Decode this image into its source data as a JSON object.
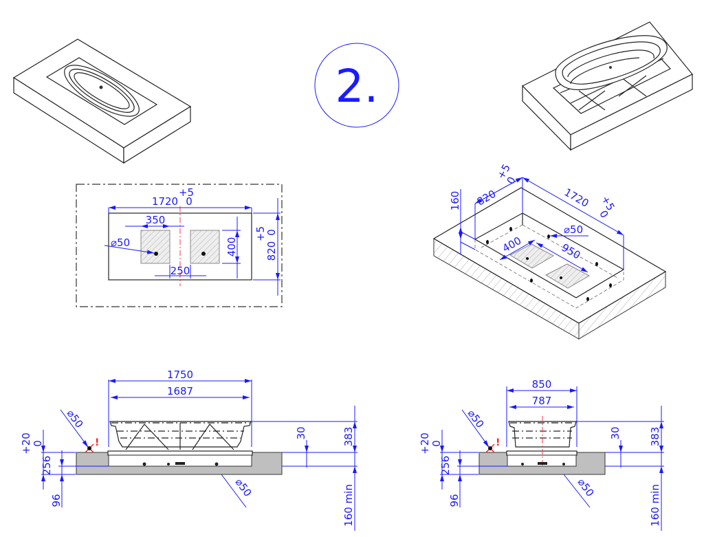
{
  "step_number": "2.",
  "plan_view": {
    "length": "1720",
    "length_tol_upper": "+5",
    "length_tol_lower": "0",
    "width": "820",
    "width_tol_upper": "+5",
    "width_tol_lower": "0",
    "pad_width": "350",
    "pad_height": "400",
    "pad_gap": "250",
    "drain_diameter": "⌀50"
  },
  "iso_view": {
    "width": "820",
    "width_tol_upper": "+5",
    "width_tol_lower": "0",
    "length": "1720",
    "length_tol_upper": "+5",
    "length_tol_lower": "0",
    "depth": "160",
    "pad_width": "400",
    "pad_span": "950",
    "drain_diameter": "⌀50"
  },
  "side_view_long": {
    "overall": "1750",
    "inner": "1687",
    "rim": "30",
    "height": "383",
    "min_depth": "160 min",
    "recess": "256",
    "recess_tol_upper": "+20",
    "recess_tol_lower": "0",
    "base": "96",
    "drain_top": "⌀50",
    "drain_bottom": "⌀50",
    "warning": "!"
  },
  "side_view_short": {
    "overall": "850",
    "inner": "787",
    "rim": "30",
    "height": "383",
    "min_depth": "160 min",
    "recess": "256",
    "recess_tol_upper": "+20",
    "recess_tol_lower": "0",
    "base": "96",
    "drain_top": "⌀50",
    "drain_bottom": "⌀50",
    "warning": "!"
  },
  "colors": {
    "dimension": "#1a1aff",
    "warning": "#ff2222",
    "slab": "#bfbfbf"
  }
}
